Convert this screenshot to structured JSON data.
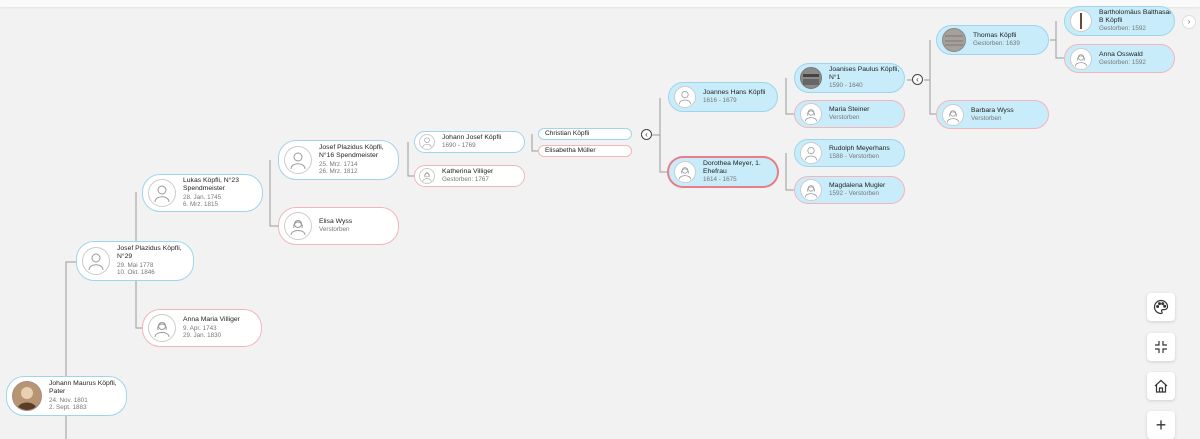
{
  "people": {
    "johann_maurus": {
      "name": "Johann Maurus Köpfli, Pater",
      "line1": "24. Nov. 1801",
      "line2": "2. Sept. 1883"
    },
    "josef_plazidus_29": {
      "name": "Josef Plazidus Köpfli, N°29",
      "line1": "29. Mai 1778",
      "line2": "10. Okt. 1846"
    },
    "anna_maria": {
      "name": "Anna Maria Villiger",
      "line1": "9. Apr. 1743",
      "line2": "29. Jan. 1830"
    },
    "lukas": {
      "name": "Lukas Köpfli, N°23 Spendmeister",
      "line1": "28. Jan. 1745",
      "line2": "6. Mrz. 1815"
    },
    "josef_plazidus_16": {
      "name": "Josef Plazidus Köpfli, N°16 Spendmeister",
      "line1": "25. Mrz. 1714",
      "line2": "26. Mrz. 1812"
    },
    "elisa": {
      "name": "Elisa Wyss",
      "line1": "Verstorben"
    },
    "johann_josef": {
      "name": "Johann Josef Köpfli",
      "line1": "1690 - 1769"
    },
    "katherina": {
      "name": "Katherina Villiger",
      "line1": "Gestorben: 1767"
    },
    "christian": {
      "name": "Christian Köpfli"
    },
    "elisabetha": {
      "name": "Elisabetha Müller"
    },
    "joannes_hans": {
      "name": "Joannes Hans Köpfli",
      "line1": "1616 - 1679"
    },
    "dorothea": {
      "name": "Dorothea Meyer, 1. Ehefrau",
      "line1": "1614 - 1675"
    },
    "joanises": {
      "name": "Joanises Paulus Köpfli, N°1",
      "line1": "1590 - 1640"
    },
    "maria_steiner": {
      "name": "Maria Steiner",
      "line1": "Verstorben"
    },
    "rudolph": {
      "name": "Rudolph Meyerhans",
      "line1": "1588 - Verstorben"
    },
    "magdalena": {
      "name": "Magdalena Mugler",
      "line1": "1592 - Verstorben"
    },
    "thomas": {
      "name": "Thomas Köpfli",
      "line1": "Gestorben: 1639"
    },
    "barbara": {
      "name": "Barbara Wyss",
      "line1": "Verstorben"
    },
    "bartholomaus": {
      "name": "Bartholomäus Balthasar B Köpfli",
      "line1": "Gestorben: 1592"
    },
    "anna_osswald": {
      "name": "Anna Osswald",
      "line1": "Gestorben: 1592"
    }
  },
  "controls": {
    "collapse_symbol": "‹",
    "expand_right_symbol": "›",
    "zoom_in_symbol": "+",
    "buttons": [
      "palette",
      "fit-screen",
      "home",
      "zoom-in"
    ]
  },
  "colors": {
    "male_border": "#9fd5ea",
    "female_border": "#f0b6bc",
    "highlight": "#c8ecf9",
    "selected": "#e97c88"
  }
}
